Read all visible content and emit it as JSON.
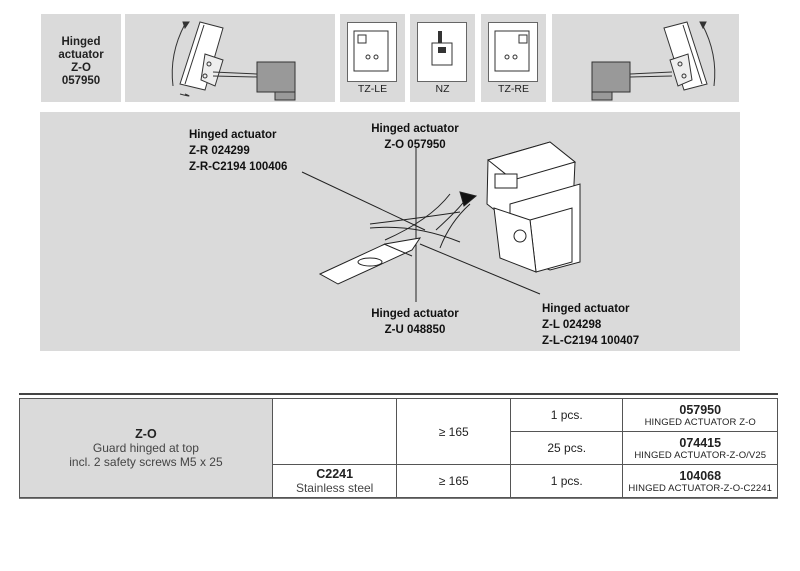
{
  "header": {
    "title_lines": [
      "Hinged",
      "actuator",
      "Z-O",
      "057950"
    ]
  },
  "tz_views": [
    {
      "label": "TZ-LE"
    },
    {
      "label": "NZ"
    },
    {
      "label": "TZ-RE"
    }
  ],
  "diagram": {
    "labels": {
      "zr": [
        "Hinged actuator",
        "Z-R 024299",
        "Z-R-C2194 100406"
      ],
      "zo": [
        "Hinged actuator",
        "Z-O 057950"
      ],
      "zu": [
        "Hinged actuator",
        "Z-U 048850"
      ],
      "zl": [
        "Hinged actuator",
        "Z-L 024298",
        "Z-L-C2194 100407"
      ]
    }
  },
  "table": {
    "row1": {
      "name": "Z-O",
      "desc1": "Guard hinged at top",
      "desc2": "incl. 2 safety screws M5 x 25",
      "size": "≥ 165",
      "qty_a": "1 pcs.",
      "art_a": "057950",
      "art_a_desc": "HINGED ACTUATOR Z-O",
      "qty_b": "25 pcs.",
      "art_b": "074415",
      "art_b_desc": "HINGED ACTUATOR-Z-O/V25"
    },
    "row2": {
      "material": "C2241",
      "material_desc": "Stainless steel",
      "size": "≥ 165",
      "qty": "1 pcs.",
      "art": "104068",
      "art_desc": "HINGED ACTUATOR-Z-O-C2241"
    }
  }
}
